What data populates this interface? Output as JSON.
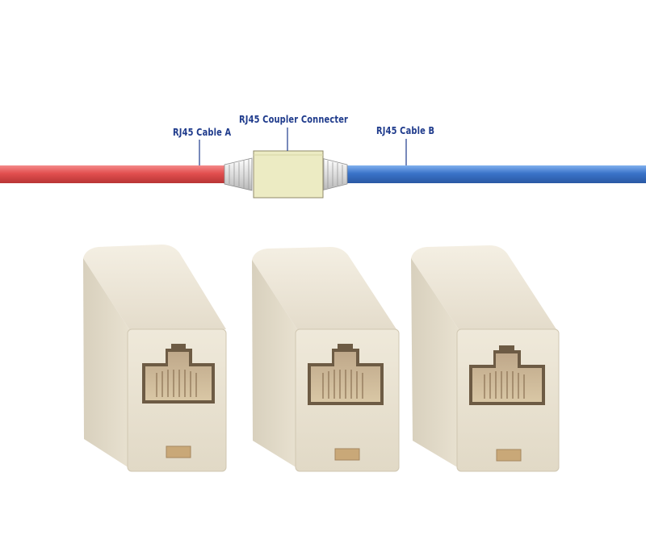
{
  "labels": {
    "cable_a": "RJ45 Cable A",
    "coupler": "RJ45 Coupler Connecter",
    "cable_b": "RJ45 Cable B"
  },
  "colors": {
    "cable_a": "#e05050",
    "cable_b": "#3a73c9",
    "coupler": "#ecebc3",
    "connector_body": "#ece6d6",
    "label_text": "#1f3b8c"
  },
  "depicted_objects": [
    "red-cable",
    "blue-cable",
    "coupler",
    "rj45-coupler",
    "rj45-coupler",
    "rj45-coupler"
  ]
}
